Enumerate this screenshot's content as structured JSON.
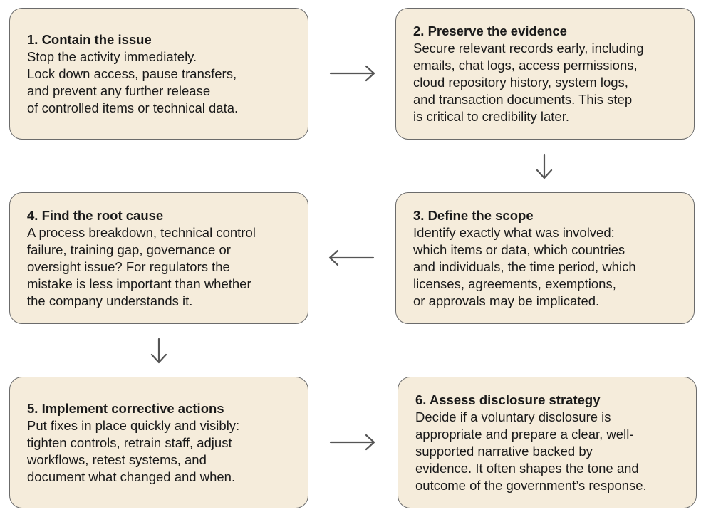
{
  "steps": [
    {
      "title": "1. Contain the issue",
      "lines": [
        "Stop the activity immediately.",
        "Lock down access, pause transfers,",
        "and prevent any further release",
        "of controlled items or technical data."
      ]
    },
    {
      "title": "2. Preserve the evidence",
      "lines": [
        "Secure relevant records early, including",
        "emails, chat logs, access permissions,",
        "cloud repository history, system logs,",
        "and transaction documents. This step",
        "is critical to credibility later."
      ]
    },
    {
      "title": "3. Define the scope",
      "lines": [
        "Identify exactly what was involved:",
        "which items or data, which countries",
        "and individuals, the time period, which",
        "licenses, agreements, exemptions,",
        "or approvals may be implicated."
      ]
    },
    {
      "title": "4. Find the root cause",
      "lines": [
        "A process breakdown, technical control",
        "failure, training gap, governance or",
        "oversight issue? For regulators the",
        "mistake is less important than whether",
        "the company understands it."
      ]
    },
    {
      "title": "5. Implement corrective actions",
      "lines": [
        "Put fixes in place quickly and visibly:",
        "tighten controls, retrain staff, adjust",
        "workflows, retest systems, and",
        "document what changed and when."
      ]
    },
    {
      "title": "6. Assess disclosure strategy",
      "lines": [
        "Decide if a voluntary disclosure is",
        "appropriate and prepare a clear, well-",
        "supported narrative backed by",
        "evidence. It often shapes the tone and",
        "outcome of the government’s response."
      ]
    }
  ],
  "colors": {
    "box_fill": "#f5ecdb",
    "box_border": "#6b6b6b",
    "arrow": "#555555",
    "text": "#1a1a1a"
  }
}
